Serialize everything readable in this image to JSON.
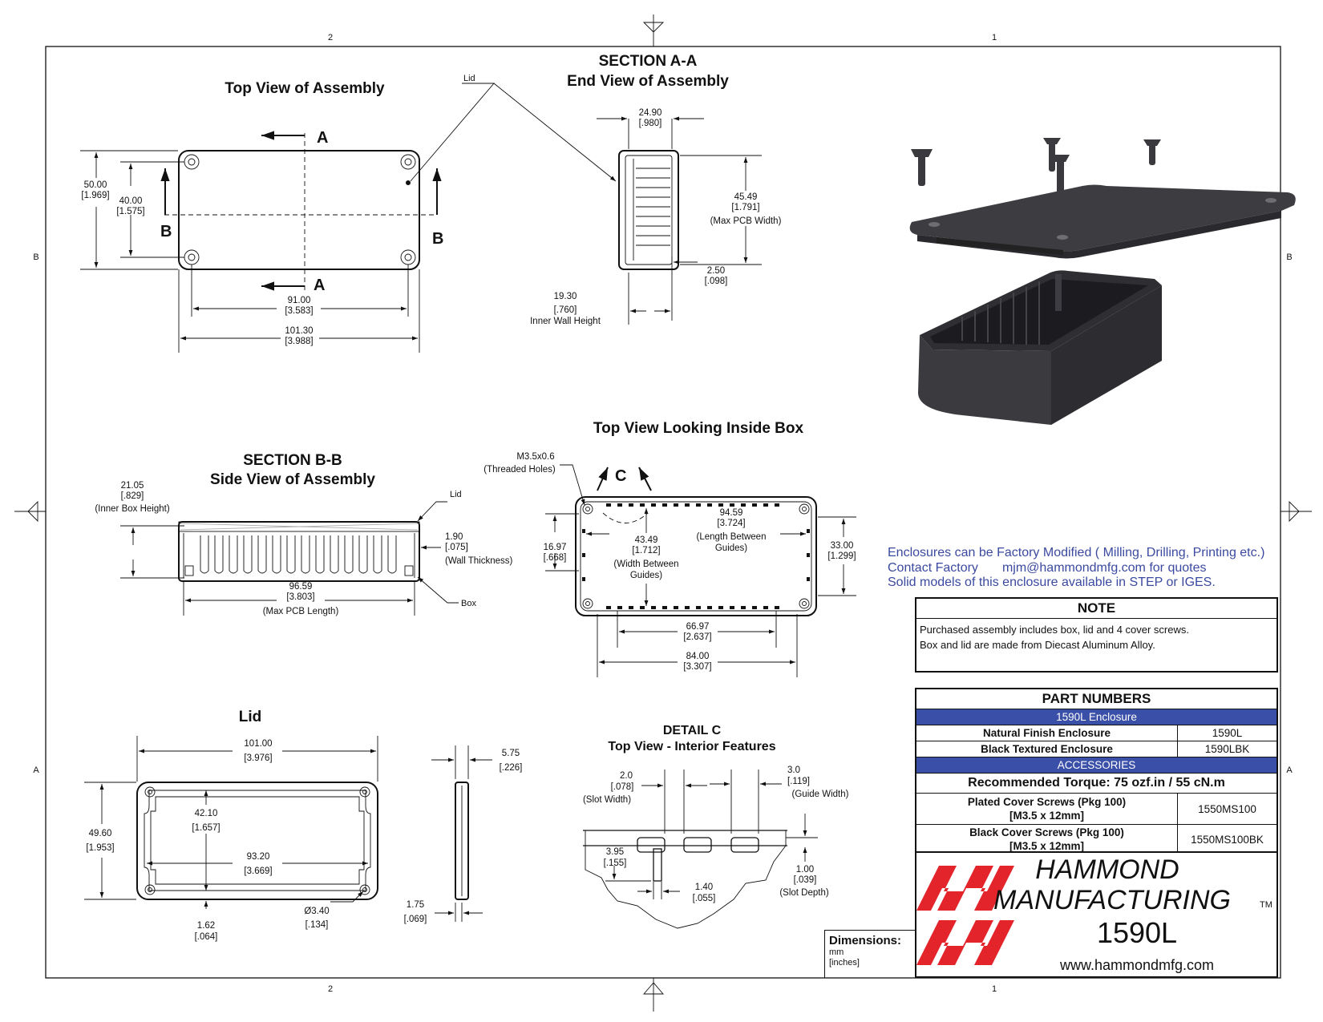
{
  "zones": {
    "top_left": "2",
    "top_right": "1",
    "bottom_left": "2",
    "bottom_right": "1",
    "left_upper": "B",
    "right_upper": "B",
    "left_lower": "A",
    "right_lower": "A"
  },
  "views": {
    "top_view": {
      "title": "Top View of Assembly",
      "markers": {
        "a1": "A",
        "a2": "A",
        "b1": "B",
        "b2": "B"
      },
      "dims": {
        "height_mm": "50.00",
        "height_in": "[1.969]",
        "hole_v_mm": "40.00",
        "hole_v_in": "[1.575]",
        "hole_h_mm": "91.00",
        "hole_h_in": "[3.583]",
        "length_mm": "101.30",
        "length_in": "[3.988]"
      },
      "lid_label": "Lid"
    },
    "section_aa": {
      "title_1": "SECTION A-A",
      "title_2": "End View of Assembly",
      "dims": {
        "width_mm": "24.90",
        "width_in": "[.980]",
        "pcb_mm": "45.49",
        "pcb_in": "[1.791]",
        "pcb_note": "(Max PCB Width)",
        "wall_mm": "2.50",
        "wall_in": "[.098]",
        "inner_mm": "19.30",
        "inner_in": "[.760]",
        "inner_note": "Inner Wall Height"
      }
    },
    "section_bb": {
      "title_1": "SECTION B-B",
      "title_2": "Side View of Assembly",
      "lid_label": "Lid",
      "box_label": "Box",
      "dims": {
        "height_mm": "21.05",
        "height_in": "[.829]",
        "height_note": "(Inner Box Height)",
        "wall_mm": "1.90",
        "wall_in": "[.075]",
        "wall_note": "(Wall Thickness)",
        "pcb_mm": "96.59",
        "pcb_in": "[3.803]",
        "pcb_note": "(Max PCB Length)"
      }
    },
    "inside_view": {
      "title": "Top View Looking Inside Box",
      "thread_1": "M3.5x0.6",
      "thread_2": "(Threaded Holes)",
      "marker_c": "C",
      "dims": {
        "d1_mm": "16.97",
        "d1_in": "[.668]",
        "d2_mm": "43.49",
        "d2_in": "[1.712]",
        "d2_note_1": "(Width Between",
        "d2_note_2": "Guides)",
        "d3_mm": "94.59",
        "d3_in": "[3.724]",
        "d3_note_1": "(Length Between",
        "d3_note_2": "Guides)",
        "d4_mm": "33.00",
        "d4_in": "[1.299]",
        "d5_mm": "66.97",
        "d5_in": "[2.637]",
        "d6_mm": "84.00",
        "d6_in": "[3.307]"
      }
    },
    "lid_view": {
      "title": "Lid",
      "dims": {
        "len_mm": "101.00",
        "len_in": "[3.976]",
        "h_mm": "49.60",
        "h_in": "[1.953]",
        "inner_h_mm": "42.10",
        "inner_h_in": "[1.657]",
        "inner_l_mm": "93.20",
        "inner_l_in": "[3.669]",
        "edge_mm": "1.62",
        "edge_in": "[.064]",
        "hole_mm": "Ø3.40",
        "hole_in": "[.134]",
        "thick_mm": "5.75",
        "thick_in": "[.226]",
        "rim_mm": "1.75",
        "rim_in": "[.069]"
      }
    },
    "detail_c": {
      "title_1": "DETAIL  C",
      "title_2": "Top View - Interior Features",
      "dims": {
        "slot_mm": "2.0",
        "slot_in": "[.078]",
        "slot_note": "(Slot Width)",
        "guide_mm": "3.0",
        "guide_in": "[.119]",
        "guide_note": "(Guide Width)",
        "a_mm": "3.95",
        "a_in": "[.155]",
        "b_mm": "1.40",
        "b_in": "[.055]",
        "depth_mm": "1.00",
        "depth_in": "[.039]",
        "depth_note": "(Slot Depth)"
      }
    }
  },
  "info": {
    "line1": "Enclosures can be Factory Modified ( Milling, Drilling, Printing etc.)",
    "line2_a": "Contact Factory",
    "line2_b": "mjm@hammondmfg.com for quotes",
    "line3": "Solid models of this enclosure available in STEP or IGES."
  },
  "note": {
    "title": "NOTE",
    "line1": "Purchased assembly includes box, lid and 4 cover screws.",
    "line2": "Box and lid are made from Diecast Aluminum Alloy."
  },
  "parts": {
    "title": "PART NUMBERS",
    "band1": "1590L Enclosure",
    "rows1": [
      {
        "desc": "Natural Finish Enclosure",
        "pn": "1590L"
      },
      {
        "desc": "Black Textured Enclosure",
        "pn": "1590LBK"
      }
    ],
    "band2": "ACCESSORIES",
    "torque": "Recommended Torque: 75 ozf.in / 55 cN.m",
    "rows2": [
      {
        "desc1": "Plated Cover Screws (Pkg 100)",
        "desc2": "[M3.5 x 12mm]",
        "pn": "1550MS100"
      },
      {
        "desc1": "Black Cover Screws (Pkg 100)",
        "desc2": "[M3.5 x 12mm]",
        "pn": "1550MS100BK"
      }
    ]
  },
  "dimensions_box": {
    "title": "Dimensions:",
    "unit1": "mm",
    "unit2": "[inches]"
  },
  "logo": {
    "name1": "HAMMOND",
    "name2": "MANUFACTURING",
    "tm": "TM",
    "part": "1590L",
    "url": "www.hammondmfg.com",
    "brand_color": "#e3242b"
  }
}
